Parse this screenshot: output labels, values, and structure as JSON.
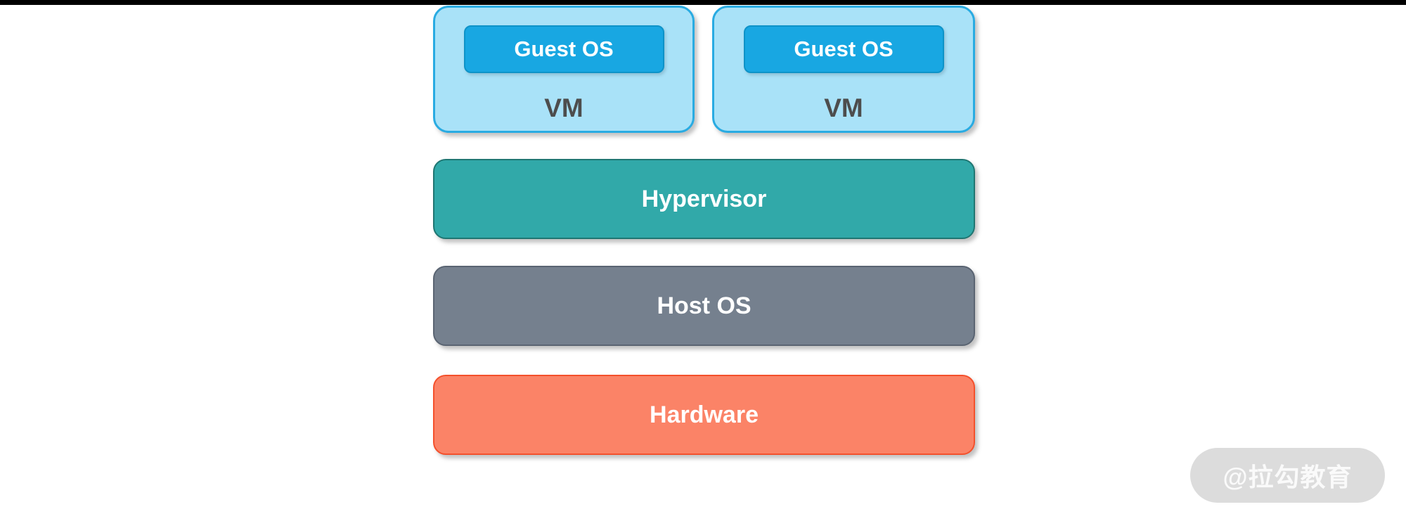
{
  "diagram": {
    "vms": [
      {
        "label": "VM",
        "guest_os": "Guest OS"
      },
      {
        "label": "VM",
        "guest_os": "Guest OS"
      }
    ],
    "layers": [
      {
        "label": "Hypervisor"
      },
      {
        "label": "Host OS"
      },
      {
        "label": "Hardware"
      }
    ]
  },
  "watermark": {
    "text": "@拉勾教育"
  },
  "colors": {
    "top_bar": "#000000",
    "vm_fill": "#A9E2F8",
    "vm_border": "#29ABE2",
    "vm_label_text": "#4D4D4D",
    "guest_fill": "#18A7E2",
    "guest_border": "#0E93C8",
    "hypervisor_fill": "#31A9A9",
    "hypervisor_border": "#1F7672",
    "host_os_fill": "#75808E",
    "host_os_border": "#5A6472",
    "hardware_fill": "#FB8367",
    "hardware_border": "#F4502C",
    "layer_label_text": "#FFFFFF",
    "watermark_bg": "#DCDCDC",
    "watermark_text": "#F2F2F2"
  }
}
